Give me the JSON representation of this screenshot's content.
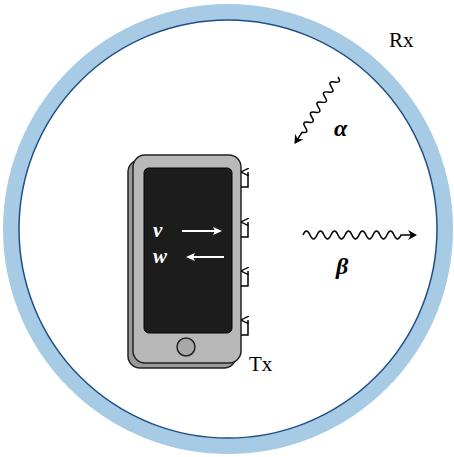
{
  "diagram": {
    "labels": [
      "Rx",
      "α",
      "β",
      "v",
      "w",
      "Tx"
    ]
  }
}
